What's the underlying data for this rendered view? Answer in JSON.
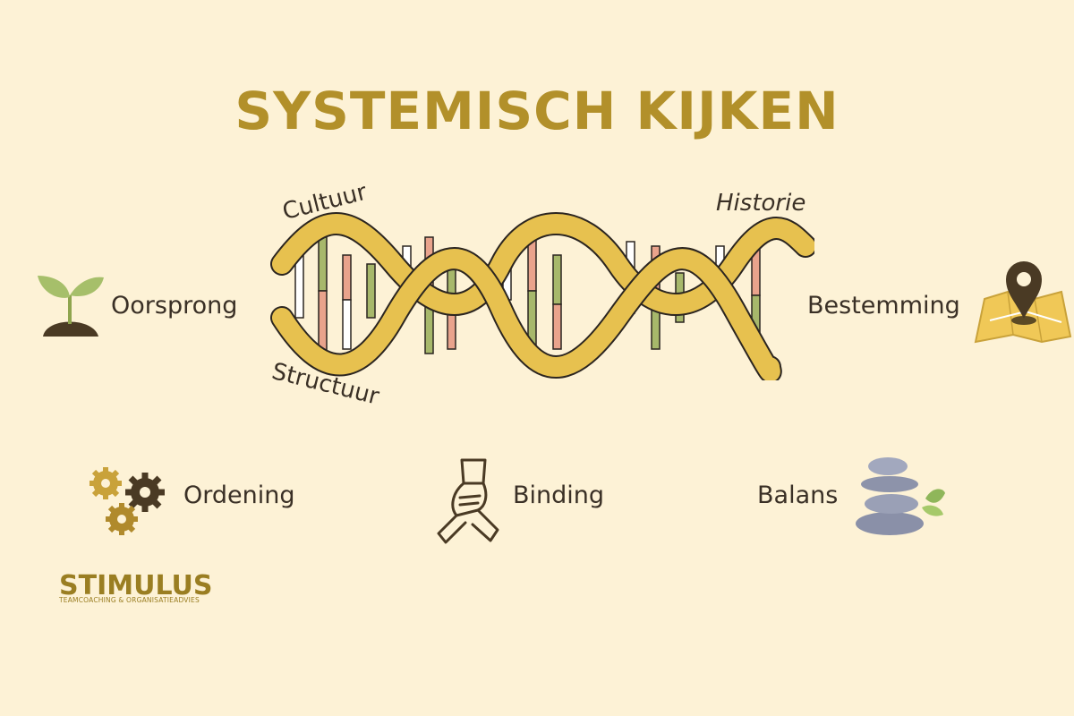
{
  "title": "SYSTEMISCH KIJKEN",
  "helix_labels": {
    "top_left": "Cultuur",
    "top_right": "Historie",
    "bottom_left": "Structuur"
  },
  "items": {
    "oorsprong": "Oorsprong",
    "bestemming": "Bestemming",
    "ordening": "Ordening",
    "binding": "Binding",
    "balans": "Balans"
  },
  "logo": {
    "name": "STIMULUS",
    "tagline": "TEAMCOACHING & ORGANISATIEADVIES"
  },
  "colors": {
    "background": "#fdf2d6",
    "accent": "#b2902a",
    "helix": "#e7c14f",
    "rung_green": "#a7b86b",
    "rung_pink": "#e9a38c"
  },
  "icons": [
    "sprout-icon",
    "map-pin-icon",
    "gears-icon",
    "joined-hands-icon",
    "stacked-stones-icon"
  ]
}
